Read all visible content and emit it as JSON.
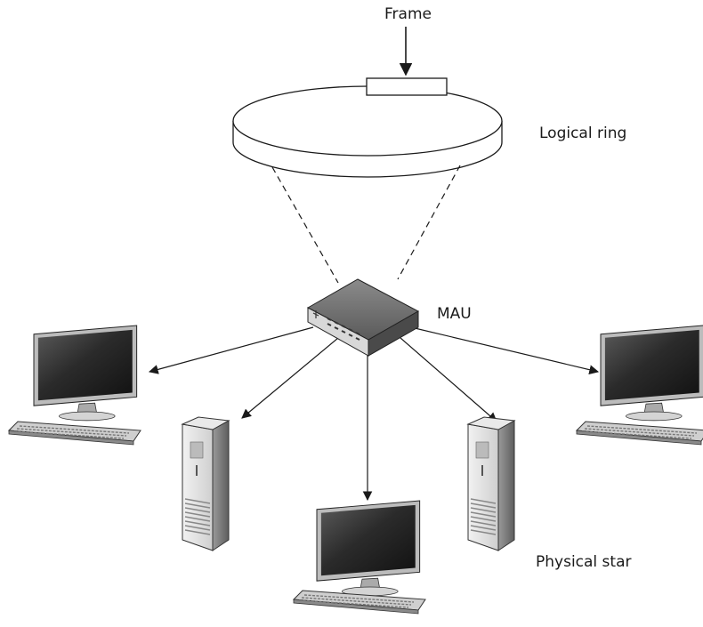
{
  "labels": {
    "frame": "Frame",
    "logical_ring": "Logical ring",
    "mau": "MAU",
    "physical_star": "Physical star"
  },
  "colors": {
    "line": "#1a1a1a",
    "screen_dark": "#2a2a2a",
    "device_body": "#6f6f6f",
    "device_light": "#d9d9d9",
    "tower_body": "#e6e6e6",
    "keyboard": "#c8c8c8"
  },
  "icons": [
    "ring-disk",
    "frame-block",
    "mau-hub",
    "monitor",
    "keyboard",
    "tower-pc"
  ]
}
